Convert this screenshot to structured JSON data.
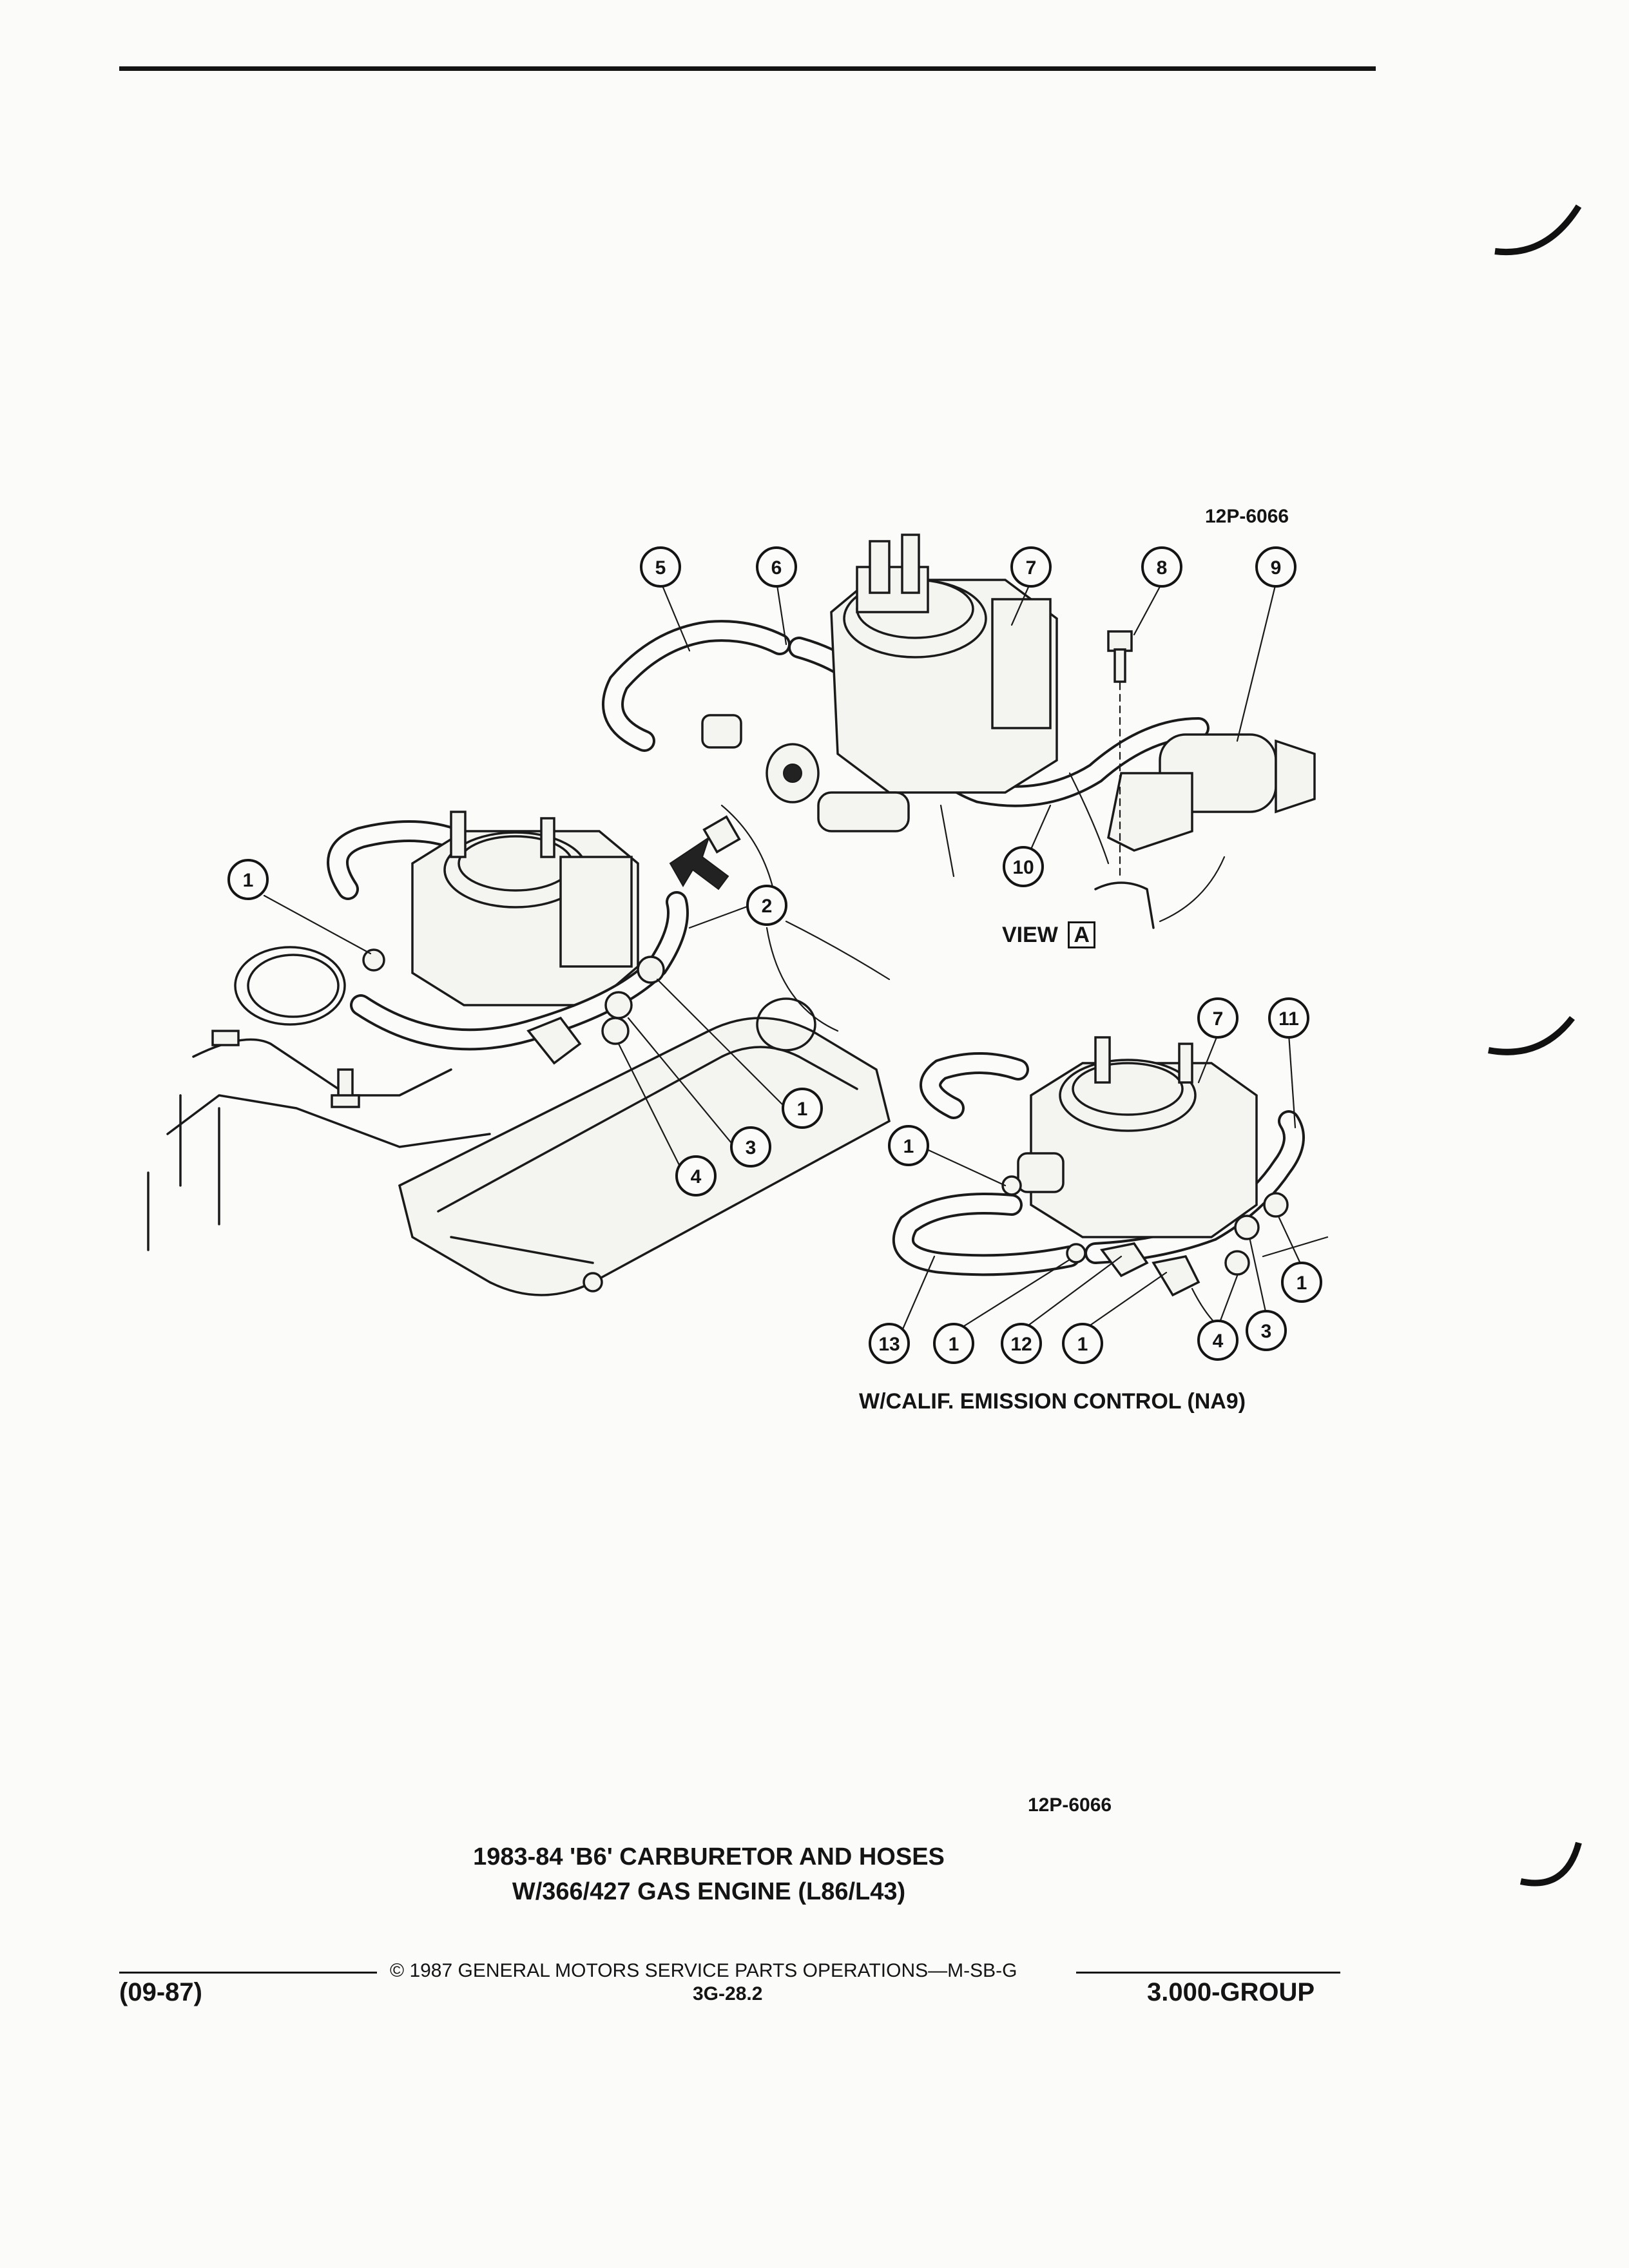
{
  "ref_top": "12P-6066",
  "ref_bottom": "12P-6066",
  "view_label": "VIEW",
  "view_letter": "A",
  "inset_caption": "W/CALIF. EMISSION CONTROL (NA9)",
  "title_line1": "1983-84 'B6' CARBURETOR AND HOSES",
  "title_line2": "W/366/427 GAS ENGINE (L86/L43)",
  "footer": {
    "date_code": "(09-87)",
    "copyright": "© 1987 GENERAL MOTORS SERVICE PARTS OPERATIONS—M-SB-G",
    "page_number": "3G-28.2",
    "group": "3.000-GROUP"
  },
  "callouts": {
    "main": [
      "1",
      "2",
      "1",
      "3",
      "4"
    ],
    "view_a": [
      "5",
      "6",
      "7",
      "8",
      "9",
      "10"
    ],
    "inset": [
      "7",
      "11",
      "1",
      "1",
      "3",
      "4",
      "13",
      "1",
      "12",
      "1"
    ]
  },
  "colors": {
    "ink": "#141414",
    "paper": "#fbfbf9"
  }
}
